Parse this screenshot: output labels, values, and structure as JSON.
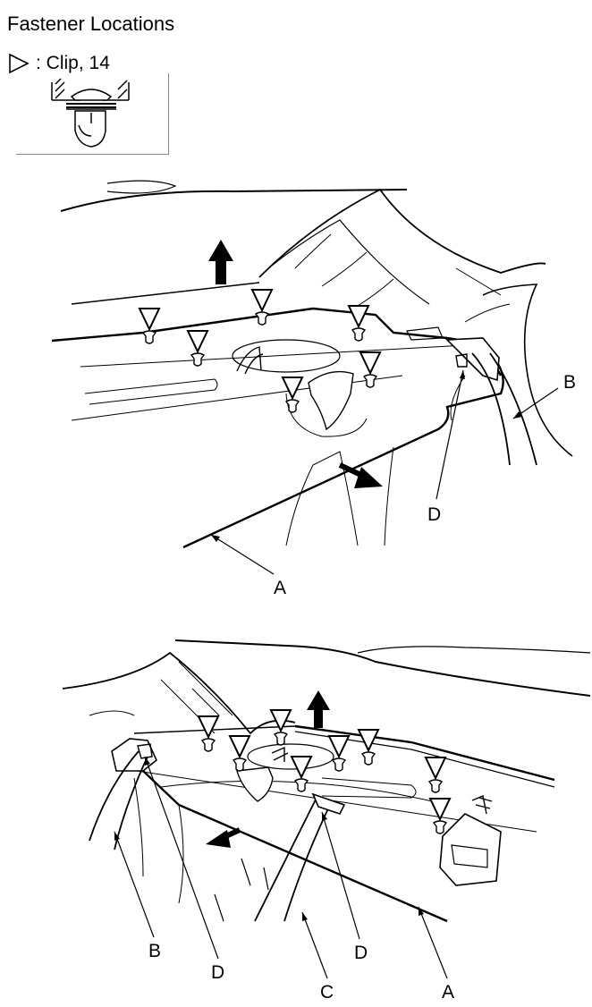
{
  "title": "Fastener Locations",
  "legend": {
    "symbol": "clip-triangle-icon",
    "text": ": Clip, 14"
  },
  "callouts": {
    "a": "A",
    "b": "B",
    "c": "C",
    "d": "D"
  }
}
